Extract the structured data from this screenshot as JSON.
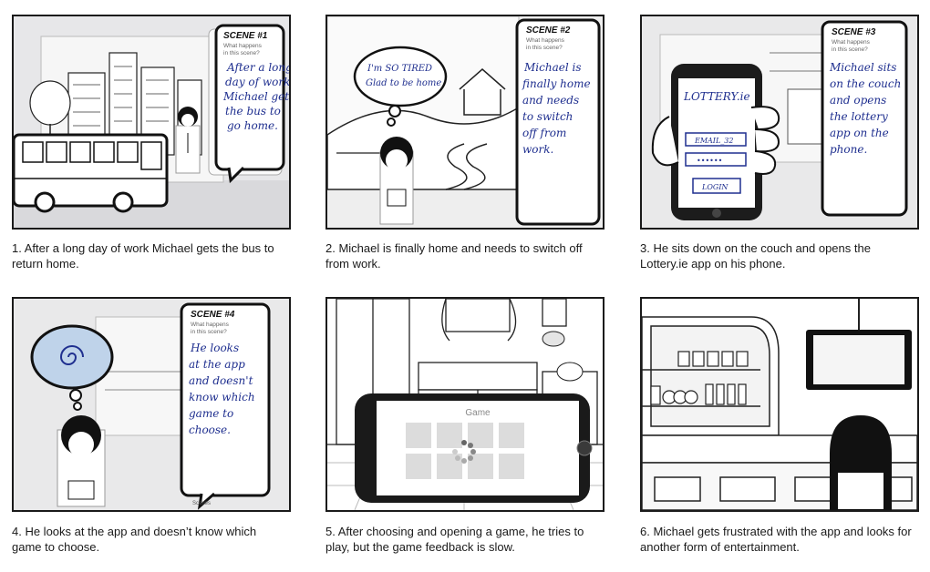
{
  "panels": [
    {
      "caption": "1. After a long day of work Michael gets the bus to return home.",
      "scene_label": "SCENE #1",
      "prompt_line1": "What happens",
      "prompt_line2": "in this scene?",
      "handwriting": [
        "After a long",
        "day of work",
        "Michael gets",
        "the bus to",
        "go home."
      ]
    },
    {
      "caption": "2. Michael is finally home and needs to switch off from work.",
      "scene_label": "SCENE #2",
      "prompt_line1": "What happens",
      "prompt_line2": "in this scene?",
      "thought": [
        "I'm SO TIRED",
        "Glad to be home"
      ],
      "handwriting": [
        "Michael is",
        "finally home",
        "and needs",
        "to switch",
        "off from",
        "work."
      ]
    },
    {
      "caption": "3. He sits down on the couch and opens the Lottery.ie app on his phone.",
      "scene_label": "SCENE #3",
      "prompt_line1": "What happens",
      "prompt_line2": "in this scene?",
      "phone_app_title": "LOTTERY.ie",
      "phone_email": "EMAIL_32",
      "phone_password": "••••••",
      "phone_login": "LOGIN",
      "handwriting": [
        "Michael sits",
        "on the couch",
        "and opens",
        "the lottery",
        "app on the",
        "phone."
      ]
    },
    {
      "caption": "4. He looks at the app and doesn’t know which game to choose.",
      "scene_label": "SCENE #4",
      "prompt_line1": "What happens",
      "prompt_line2": "in this scene?",
      "handwriting": [
        "He looks",
        "at the app",
        "and doesn't",
        "know which",
        "game to",
        "choose."
      ]
    },
    {
      "caption": "5. After choosing and opening a game, he tries to play, but the game feedback is slow.",
      "phone_screen_title": "Game"
    },
    {
      "caption": "6. Michael gets frustrated with the app and looks for another form of entertainment."
    }
  ],
  "brand_mark": "Scenes"
}
